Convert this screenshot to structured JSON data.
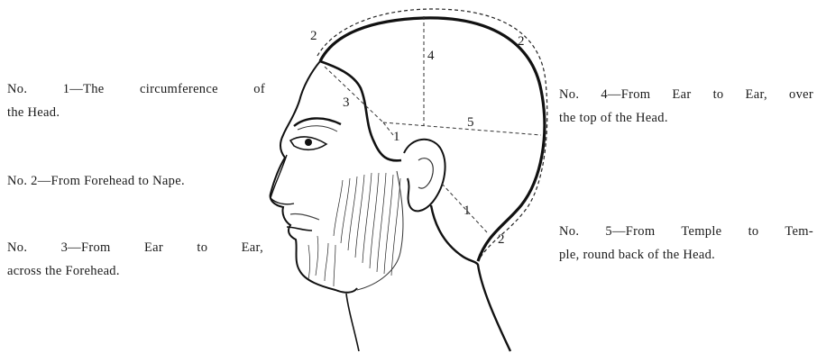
{
  "captions": {
    "c1": {
      "line1": "No. 1—The circumference of",
      "line2": "the Head."
    },
    "c2": {
      "line1": "No. 2—From Forehead to Nape."
    },
    "c3": {
      "line1": "No. 3—From Ear to Ear,",
      "line2": "across the Forehead."
    },
    "c4": {
      "line1": "No. 4—From Ear to Ear, over",
      "line2": "the top of the Head."
    },
    "c5": {
      "line1": "No. 5—From Temple to Tem-",
      "line2": "ple, round back of the Head."
    }
  },
  "figure": {
    "numbers": {
      "n2_top_left": "2",
      "n2_top_right": "2",
      "n2_bottom": "2",
      "n3": "3",
      "n4": "4",
      "n5": "5",
      "n1_front": "1",
      "n1_back": "1"
    }
  }
}
